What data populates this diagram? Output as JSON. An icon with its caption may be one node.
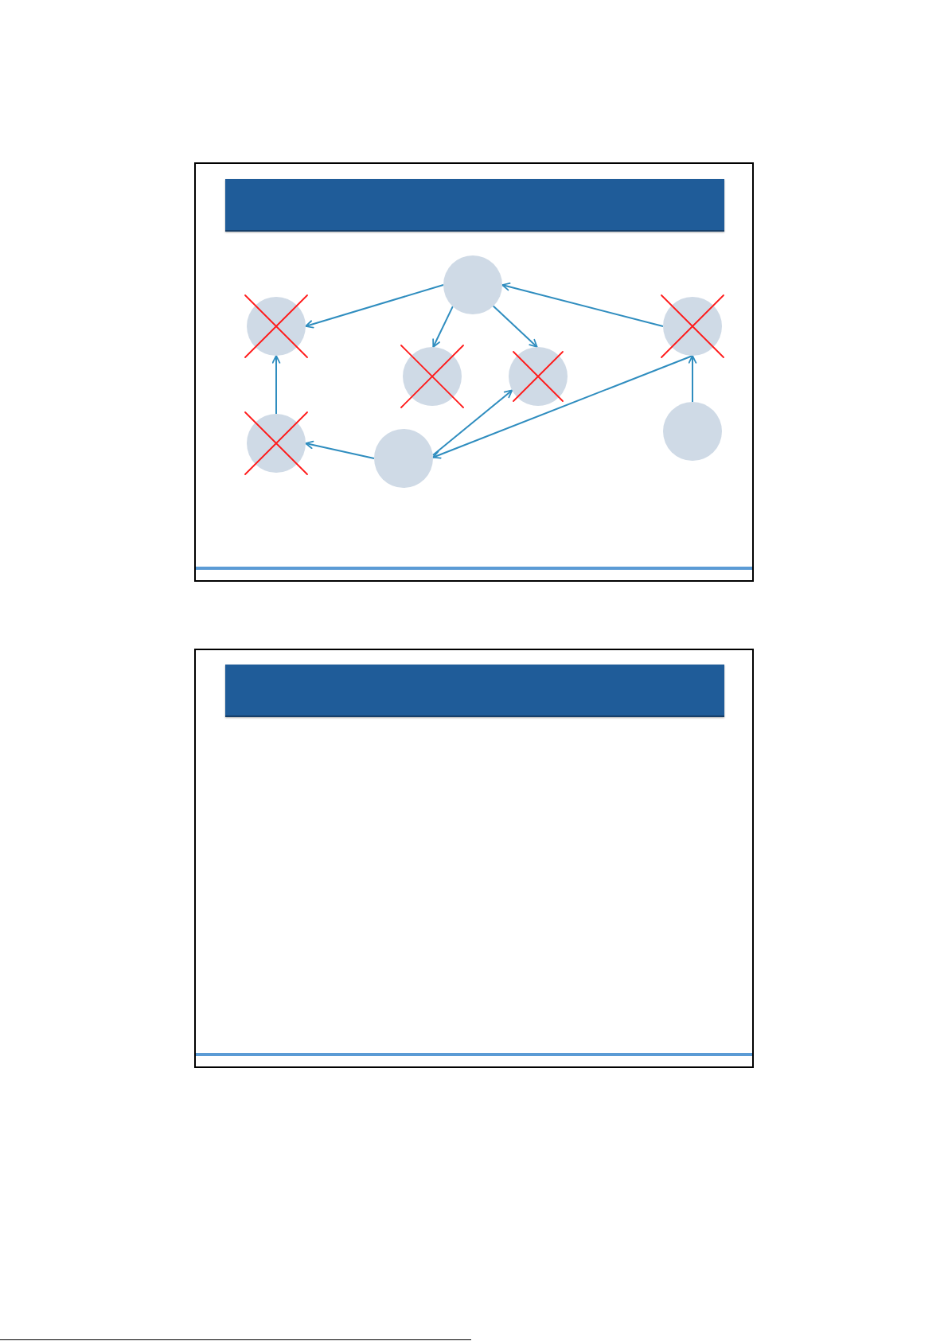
{
  "diagram": {
    "nodes": [
      {
        "text": [],
        "shape": "bar"
      },
      {
        "text": [],
        "shape": "circle"
      },
      {
        "text": [],
        "shape": "circle"
      },
      {
        "text": [],
        "shape": "circle"
      },
      {
        "text": [],
        "shape": "circle"
      },
      {
        "text": [],
        "shape": "circle"
      },
      {
        "text": [],
        "shape": "circle"
      },
      {
        "text": [],
        "shape": "circle"
      },
      {
        "text": [],
        "shape": "circle"
      },
      {
        "text": [],
        "shape": "bar"
      }
    ],
    "edges": [
      {
        "from": 1,
        "to": 2,
        "arrow": "to"
      },
      {
        "from": 1,
        "to": 4,
        "arrow": "to"
      },
      {
        "from": 1,
        "to": 5,
        "arrow": "to"
      },
      {
        "from": 3,
        "to": 1,
        "arrow": "to"
      },
      {
        "from": 6,
        "to": 2,
        "arrow": "to"
      },
      {
        "from": 7,
        "to": 6,
        "arrow": "to"
      },
      {
        "from": 7,
        "to": 5,
        "arrow": "to"
      },
      {
        "from": 3,
        "to": 7,
        "arrow": "to"
      },
      {
        "from": 8,
        "to": 3,
        "arrow": "to"
      }
    ]
  }
}
